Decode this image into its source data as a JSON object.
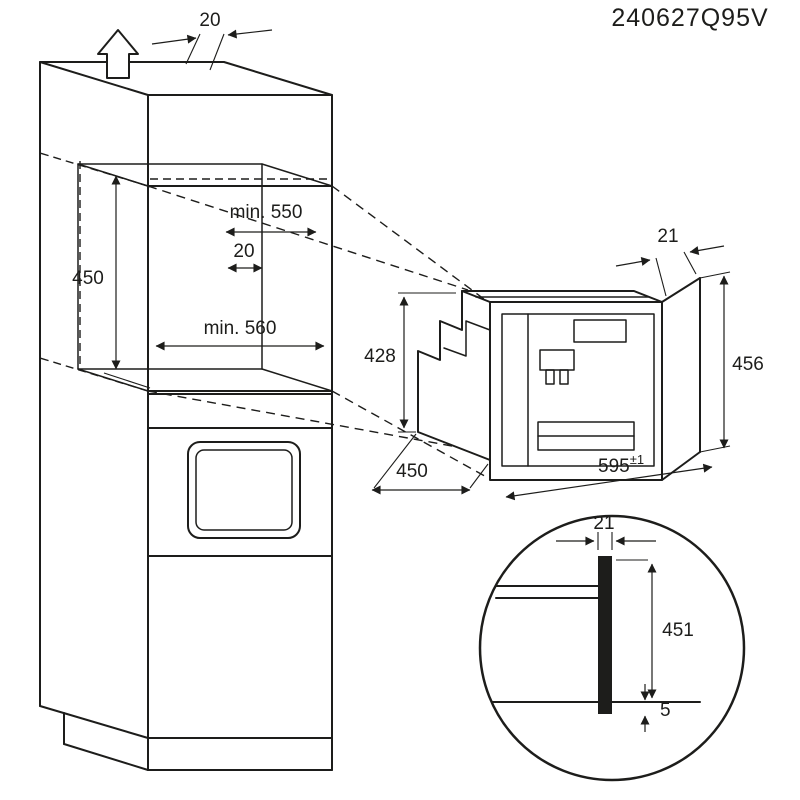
{
  "meta": {
    "drawing_number": "240627Q95V"
  },
  "style": {
    "line_color": "#1d1d1b",
    "background": "#ffffff"
  },
  "cabinet": {
    "dim_top_gap": "20",
    "dim_niche_depth": "min. 550",
    "dim_back_gap": "20",
    "dim_niche_height": "450",
    "dim_niche_width": "min. 560"
  },
  "appliance": {
    "dim_frame_overlap": "21",
    "dim_front_height": "456",
    "dim_body_height": "428",
    "dim_body_depth": "450",
    "dim_width": "595",
    "dim_width_tolerance": "±1"
  },
  "detail": {
    "dim_frame_width": "21",
    "dim_inner_height": "451",
    "dim_bottom_gap": "5"
  }
}
